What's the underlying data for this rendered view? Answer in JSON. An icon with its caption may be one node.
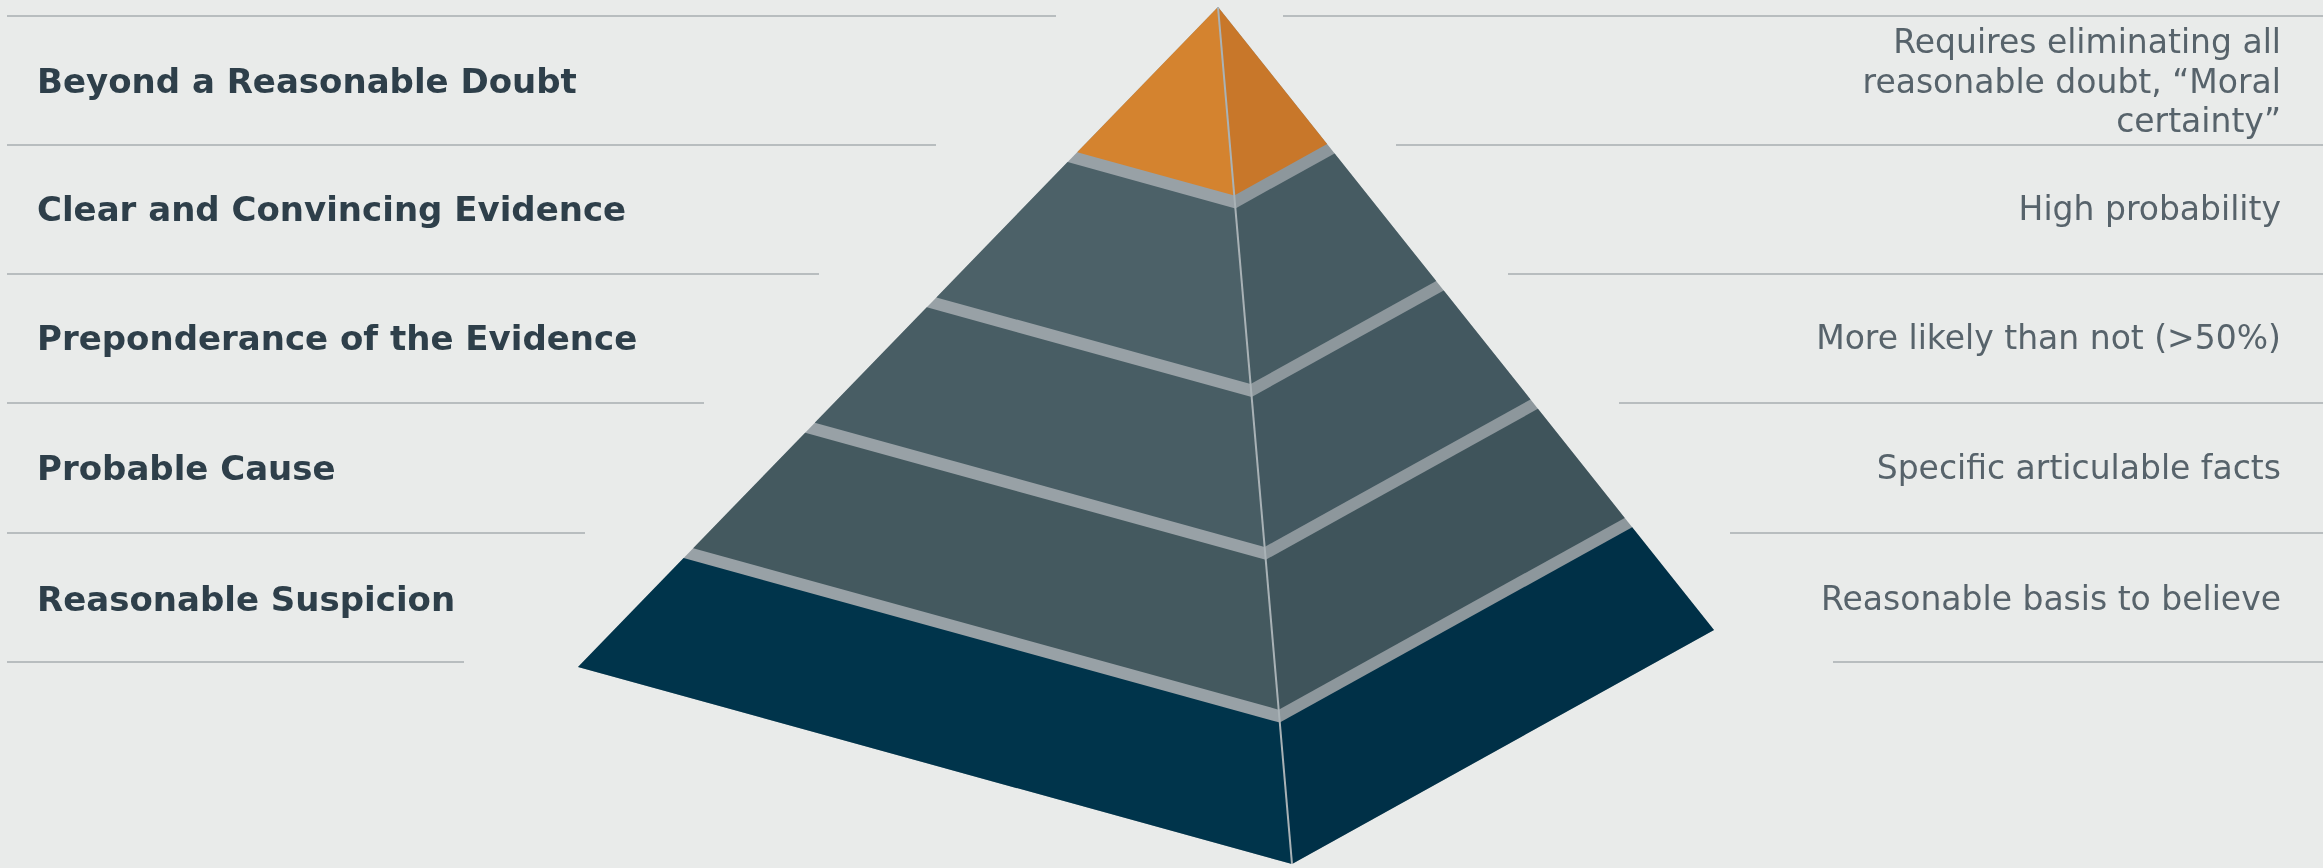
{
  "diagram": {
    "labels": [
      "Beyond a Reasonable Doubt",
      "Requires eliminating all reasonable doubt, “Moral certainty”",
      "Clear and Convincing Evidence",
      "High probability",
      "Preponderance of the Evidence",
      "More likely than not (>50%)",
      "Probable Cause",
      "Specific articulable facts",
      "Reasonable Suspicion",
      "Reasonable basis to believe"
    ]
  }
}
